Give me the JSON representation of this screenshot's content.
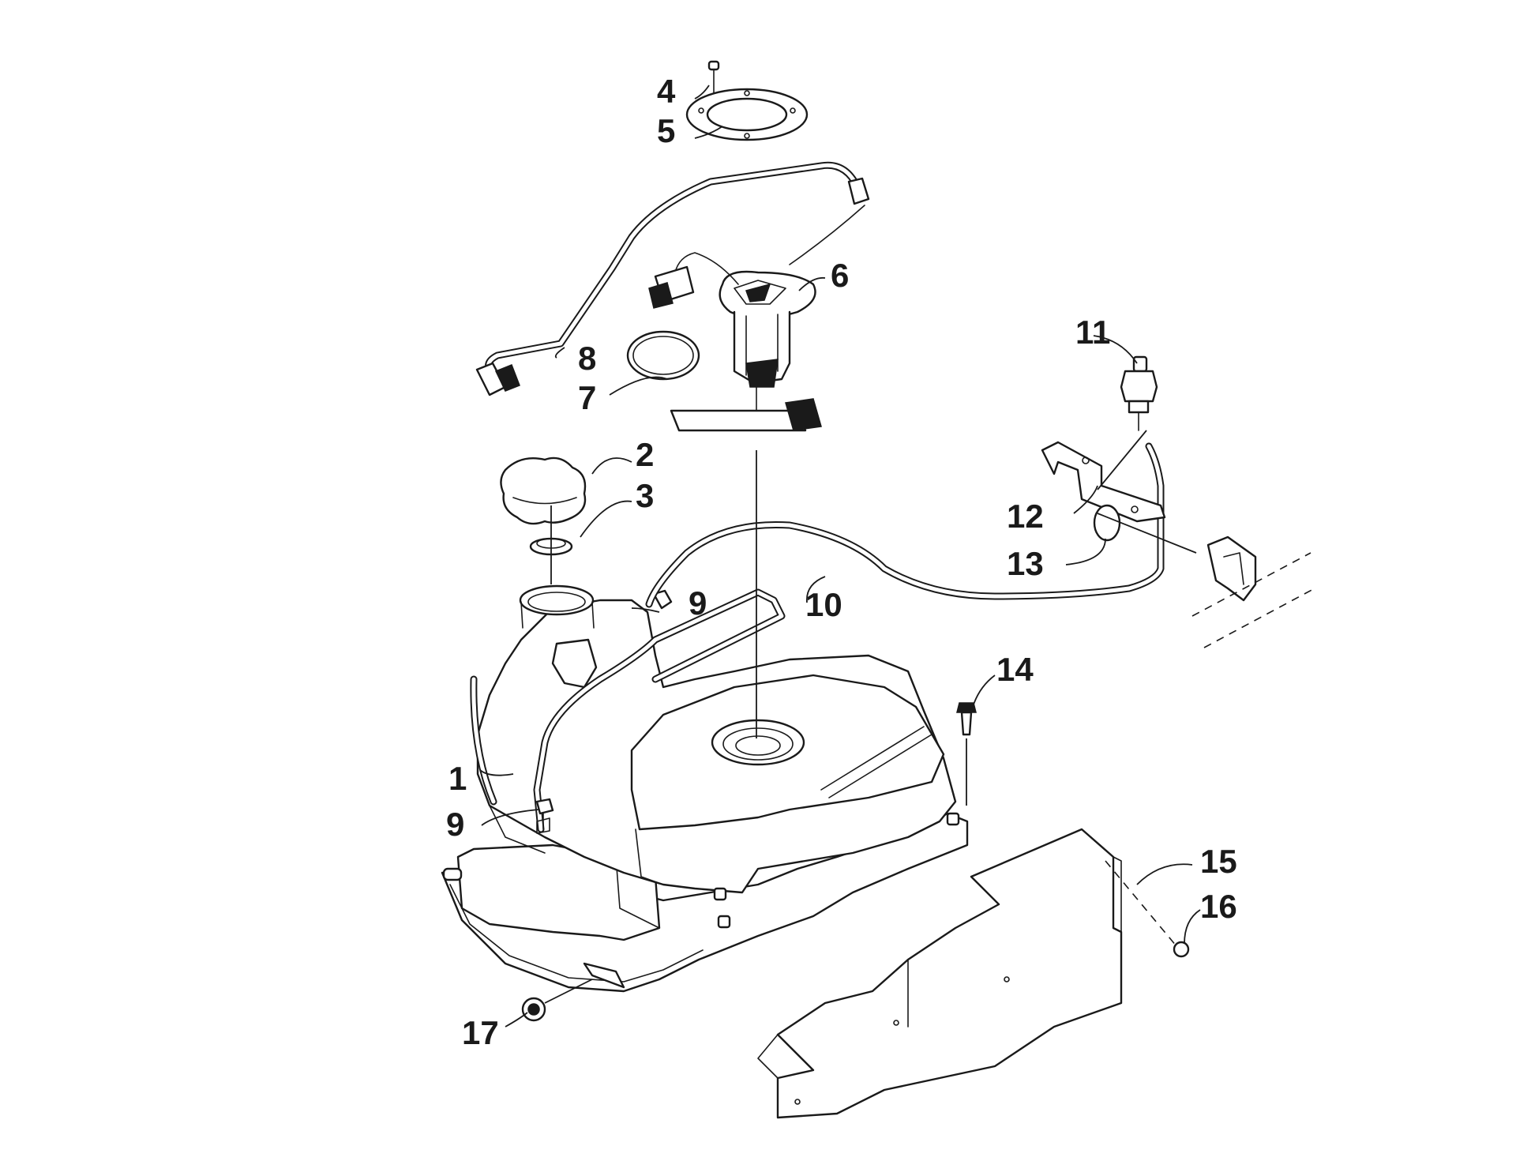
{
  "callouts": {
    "c1": "1",
    "c2": "2",
    "c3": "3",
    "c4": "4",
    "c5": "5",
    "c6": "6",
    "c7": "7",
    "c8": "8",
    "c9a": "9",
    "c9b": "9",
    "c10": "10",
    "c11": "11",
    "c12": "12",
    "c13": "13",
    "c14": "14",
    "c15": "15",
    "c16": "16",
    "c17": "17"
  },
  "colors": {
    "line": "#1a1a1a",
    "background": "#ffffff"
  }
}
